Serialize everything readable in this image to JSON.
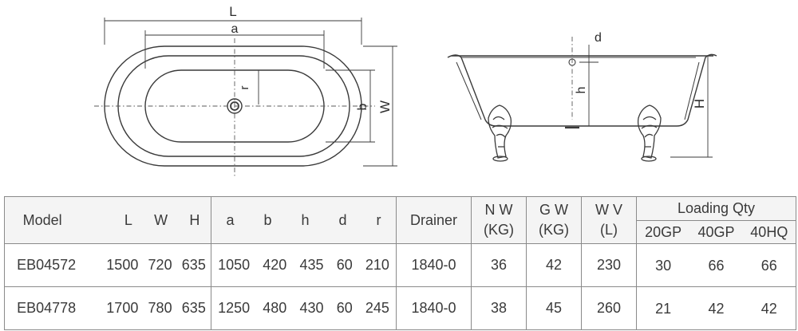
{
  "drawing": {
    "top_view": {
      "L": "L",
      "a": "a",
      "b": "b",
      "W": "W",
      "r": "r"
    },
    "side_view": {
      "d": "d",
      "h": "h",
      "H": "H"
    }
  },
  "table": {
    "headers": {
      "model": "Model",
      "L": "L",
      "W": "W",
      "H": "H",
      "a": "a",
      "b": "b",
      "h": "h",
      "d": "d",
      "r": "r",
      "drainer": "Drainer",
      "nw": [
        "N W",
        "(KG)"
      ],
      "gw": [
        "G W",
        "(KG)"
      ],
      "wv": [
        "W V",
        "(L)"
      ],
      "loading_qty": "Loading Qty",
      "loading_cols": [
        "20GP",
        "40GP",
        "40HQ"
      ]
    },
    "rows": [
      {
        "model": "EB04572",
        "L": "1500",
        "W": "720",
        "H": "635",
        "a": "1050",
        "b": "420",
        "h": "435",
        "d": "60",
        "r": "210",
        "drainer": "1840-0",
        "nw": "36",
        "gw": "42",
        "wv": "230",
        "q20gp": "30",
        "q40gp": "66",
        "q40hq": "66"
      },
      {
        "model": "EB04778",
        "L": "1700",
        "W": "780",
        "H": "635",
        "a": "1250",
        "b": "480",
        "h": "430",
        "d": "60",
        "r": "245",
        "drainer": "1840-0",
        "nw": "38",
        "gw": "45",
        "wv": "260",
        "q20gp": "21",
        "q40gp": "42",
        "q40hq": "42"
      }
    ]
  }
}
